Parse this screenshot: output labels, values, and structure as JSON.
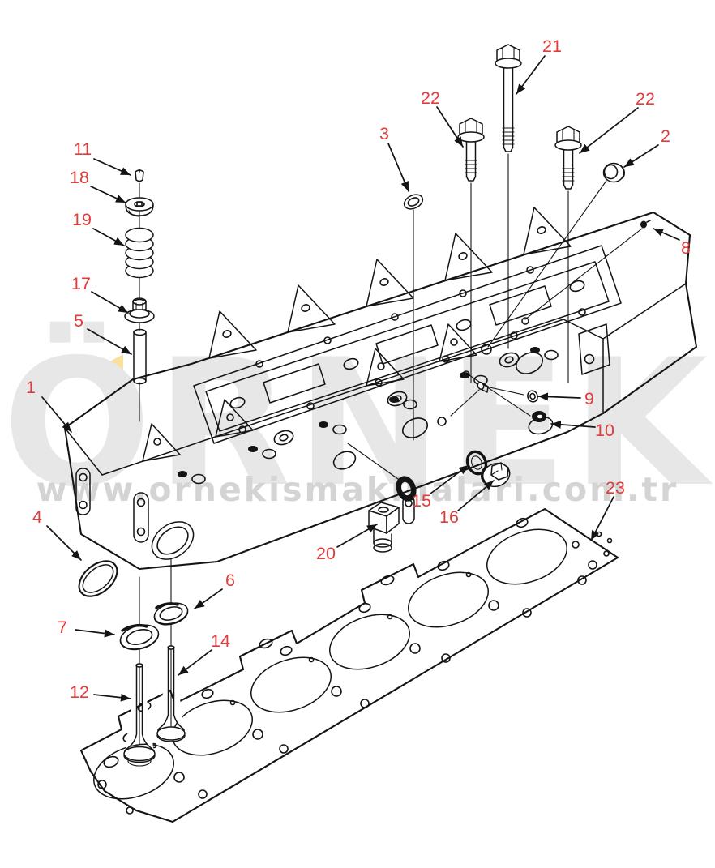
{
  "watermark": {
    "brand": "ÖRNEK",
    "url": "www.ornekismakinalari.com.tr",
    "brand_color": "#e7e7e7",
    "url_color": "#d4d4d4",
    "triangle_color": "#f8e19e"
  },
  "style": {
    "accent_red": "#e23b3a",
    "line_color": "#141414",
    "background": "#ffffff"
  },
  "callouts": [
    {
      "text": "11"
    },
    {
      "text": "18"
    },
    {
      "text": "19"
    },
    {
      "text": "17"
    },
    {
      "text": "5"
    },
    {
      "text": "1"
    },
    {
      "text": "4"
    },
    {
      "text": "7"
    },
    {
      "text": "12"
    },
    {
      "text": "14"
    },
    {
      "text": "6"
    },
    {
      "text": "20"
    },
    {
      "text": "3"
    },
    {
      "text": "22"
    },
    {
      "text": "21"
    },
    {
      "text": "22"
    },
    {
      "text": "2"
    },
    {
      "text": "8"
    },
    {
      "text": "9"
    },
    {
      "text": "10"
    },
    {
      "text": "15"
    },
    {
      "text": "16"
    },
    {
      "text": "23"
    }
  ]
}
